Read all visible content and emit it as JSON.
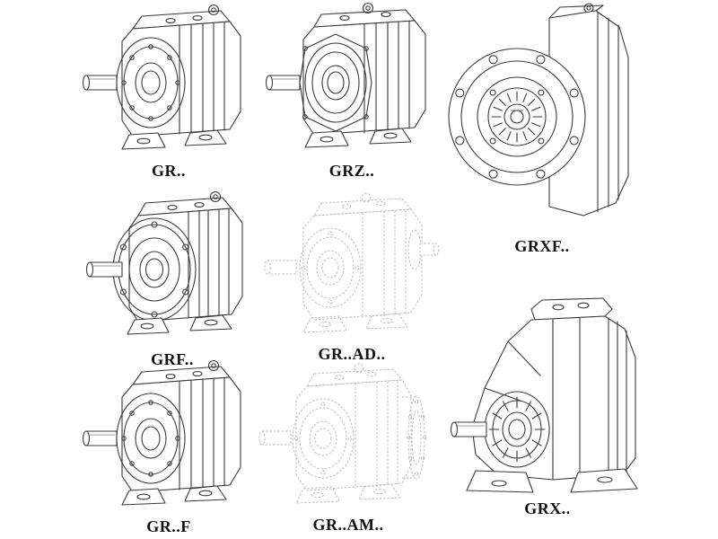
{
  "products": [
    {
      "id": "gr",
      "label": "GR.."
    },
    {
      "id": "grz",
      "label": "GRZ.."
    },
    {
      "id": "grxf",
      "label": "GRXF.."
    },
    {
      "id": "grf",
      "label": "GRF.."
    },
    {
      "id": "gr_ad",
      "label": "GR..AD.."
    },
    {
      "id": "gr_f",
      "label": "GR..F"
    },
    {
      "id": "gr_am",
      "label": "GR..AM.."
    },
    {
      "id": "grx",
      "label": "GRX.."
    }
  ],
  "colors": {
    "background": "#ffffff",
    "line": "#3a3a3a",
    "light_line": "#bdbdbd",
    "label": "#111111"
  }
}
